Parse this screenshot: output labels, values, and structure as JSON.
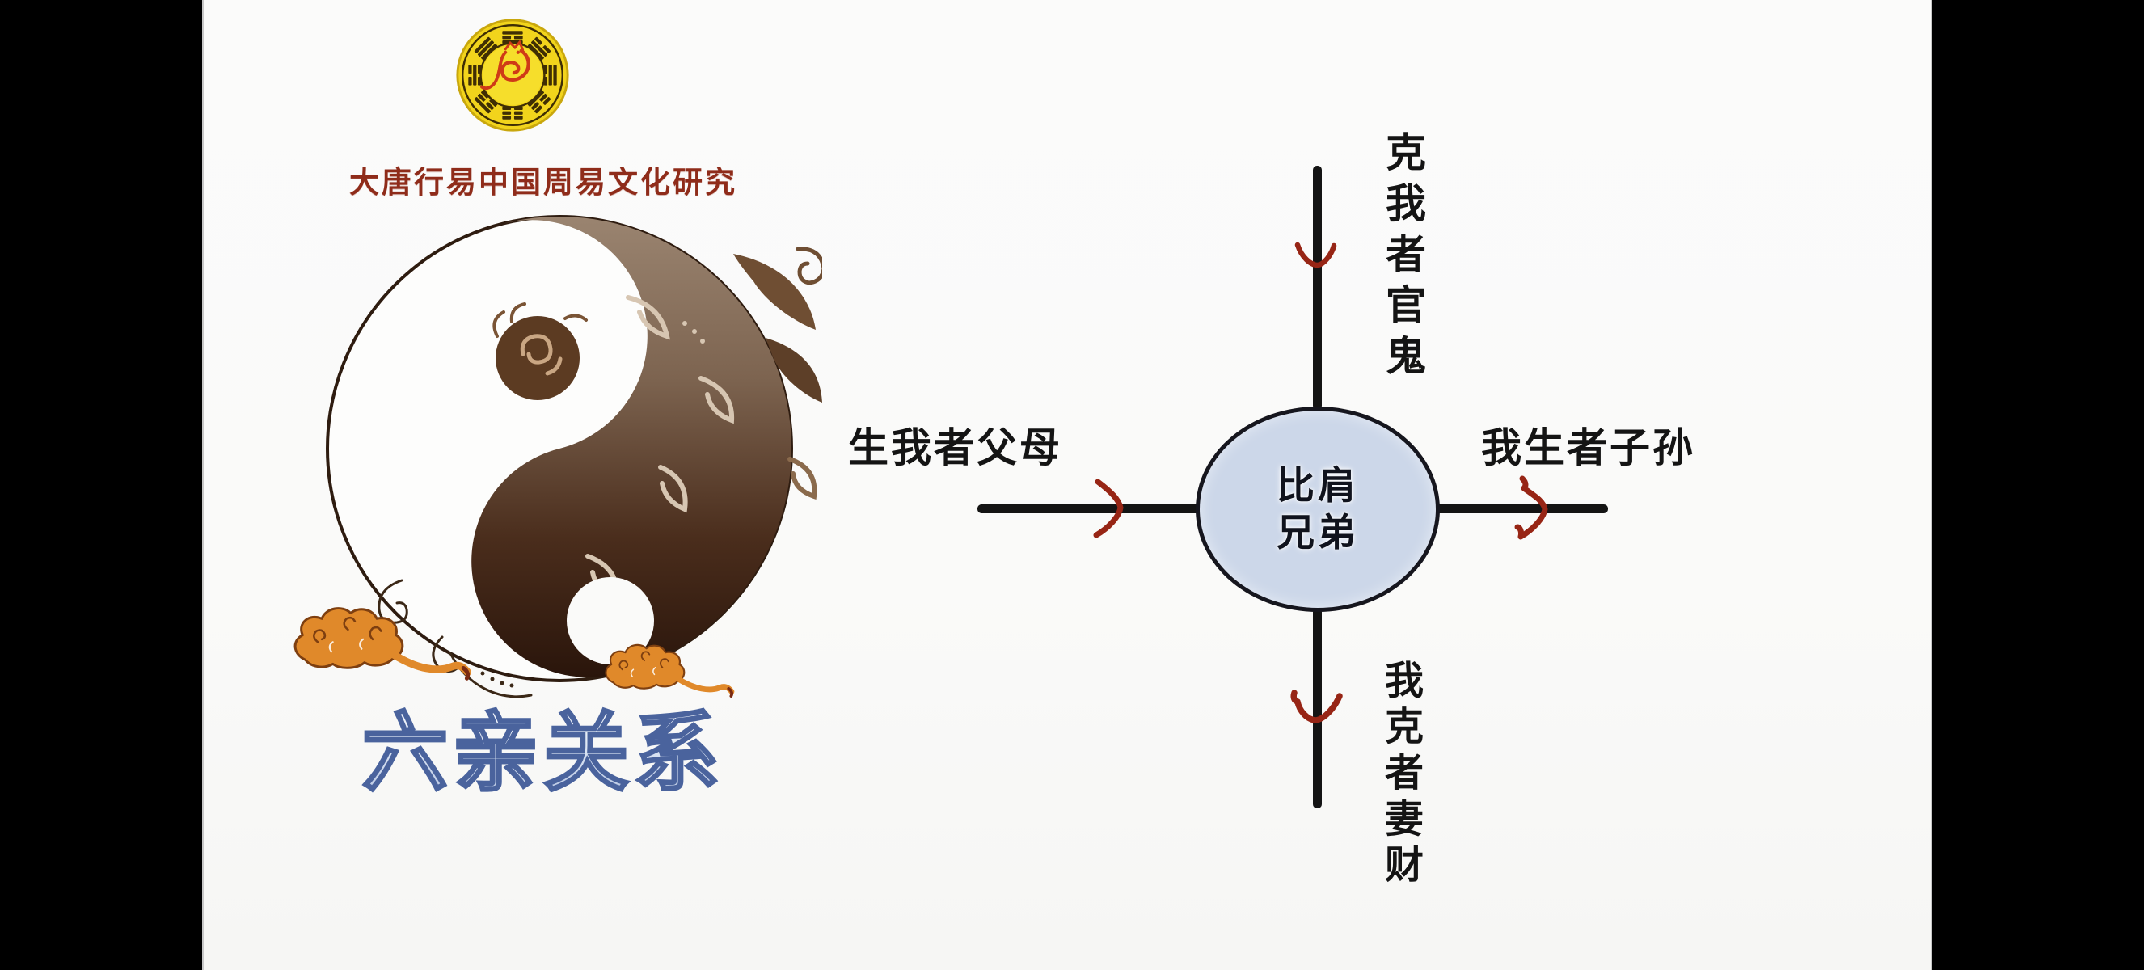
{
  "slide": {
    "org_line": "大唐行易中国周易文化研究",
    "title": "六亲关系"
  },
  "diagram": {
    "center": {
      "line1": "比肩",
      "line2": "兄弟"
    },
    "labels": {
      "top": "克我者官鬼",
      "right": "我生者子孙",
      "bottom": "我克者妻财",
      "left": "生我者父母"
    }
  },
  "icons": {
    "logo": "bagua-emblem-icon",
    "artwork": "yinyang-ornamental-icon",
    "clouds": "auspicious-cloud-icon",
    "arrows": "hand-drawn-red-arrow-icon"
  },
  "colors": {
    "pillarbox": "#000000",
    "slide_bg": "#fafaf9",
    "line": "#141414",
    "circle_fill": "#ccd7e9",
    "circle_border": "#16161e",
    "label_text": "#141414",
    "arrow": "#972515",
    "title_stroke": "#4a639d",
    "title_fill_light": "#f4f7fc",
    "title_fill_dark": "#b3c2e0",
    "org_red": "#8f2c1a",
    "logo_gold": "#f2d41c",
    "logo_dark": "#3f2e04",
    "logo_red": "#cf3b17",
    "yy_dark": "#2a150b",
    "yy_light": "#9a8470",
    "yy_outline": "#2e1c10",
    "cloud": "#e0892a",
    "cloud_line": "#7e3f10"
  }
}
